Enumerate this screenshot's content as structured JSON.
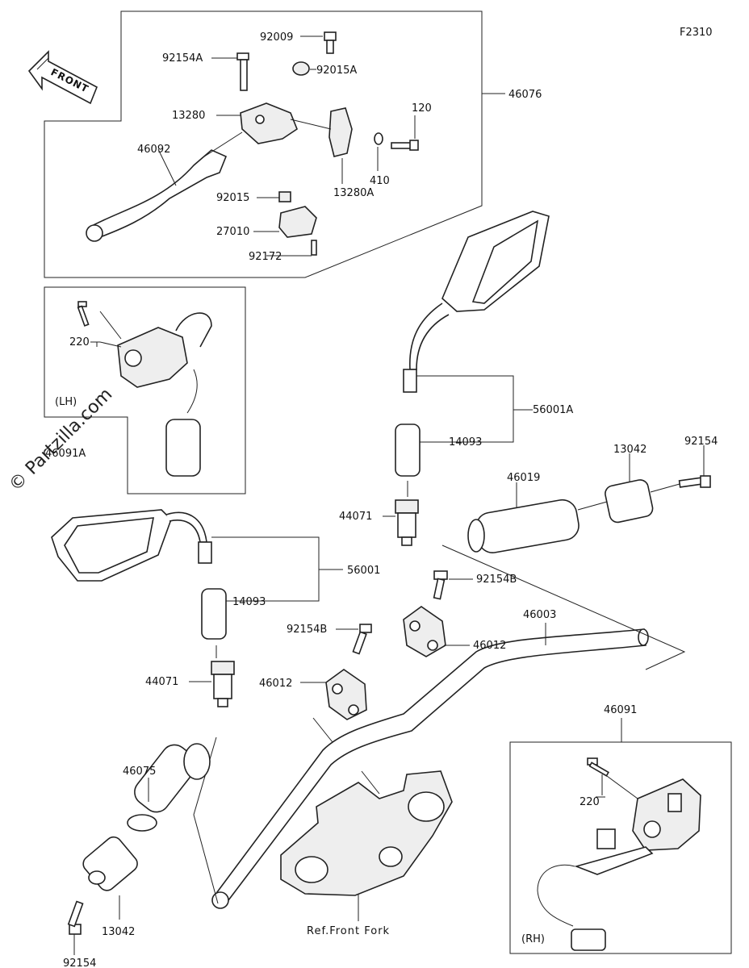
{
  "figure_code": "F2310",
  "front_label": "FRONT",
  "watermark": "© Partzilla.com",
  "groups": {
    "lh_lever": {
      "ref": "46076"
    },
    "lh_switch": {
      "side": "(LH)"
    },
    "rh_switch": {
      "side": "(RH)"
    }
  },
  "callouts": [
    "92009",
    "92154A",
    "92015A",
    "13280",
    "120",
    "46076",
    "46092",
    "410",
    "13280A",
    "92015",
    "27010",
    "92172",
    "220",
    "46091A",
    "56001A",
    "14093",
    "92154",
    "13042",
    "46019",
    "44071",
    "56001",
    "14093",
    "92154B",
    "46003",
    "46012",
    "92154B",
    "46012",
    "44071",
    "46091",
    "46075",
    "220",
    "13042",
    "92154"
  ],
  "fork_ref": "Ref.Front Fork"
}
